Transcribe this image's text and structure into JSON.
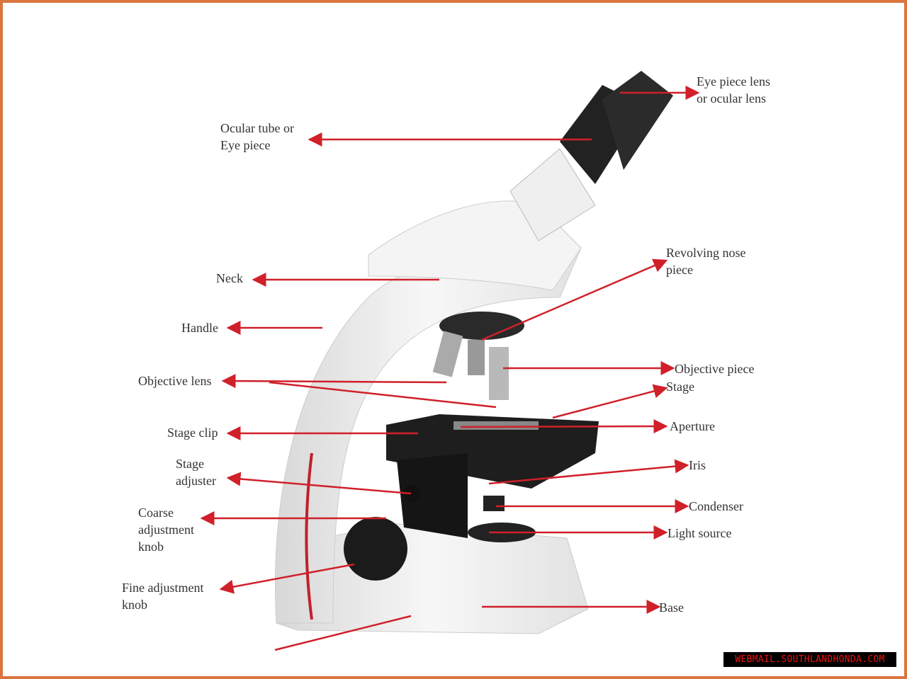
{
  "labels": {
    "eyepiece_lens": "Eye piece lens\nor ocular lens",
    "ocular_tube": "Ocular tube or\nEye piece",
    "revolving_nose_piece": "Revolving nose\npiece",
    "neck": "Neck",
    "handle": "Handle",
    "objective_lens": "Objective lens",
    "objective_piece": "Objective piece",
    "stage": "Stage",
    "aperture": "Aperture",
    "stage_clip": "Stage clip",
    "iris": "Iris",
    "stage_adjuster": "Stage\nadjuster",
    "condenser": "Condenser",
    "coarse_adjustment_knob": "Coarse\nadjustment\nknob",
    "light_source": "Light source",
    "fine_adjustment_knob": "Fine adjustment\nknob",
    "base": "Base"
  },
  "watermark": "WEBMAIL.SOUTHLANDHONDA.COM",
  "colors": {
    "arrow": "#d0202a",
    "border": "#d9763f",
    "watermark_text": "#e11111"
  }
}
